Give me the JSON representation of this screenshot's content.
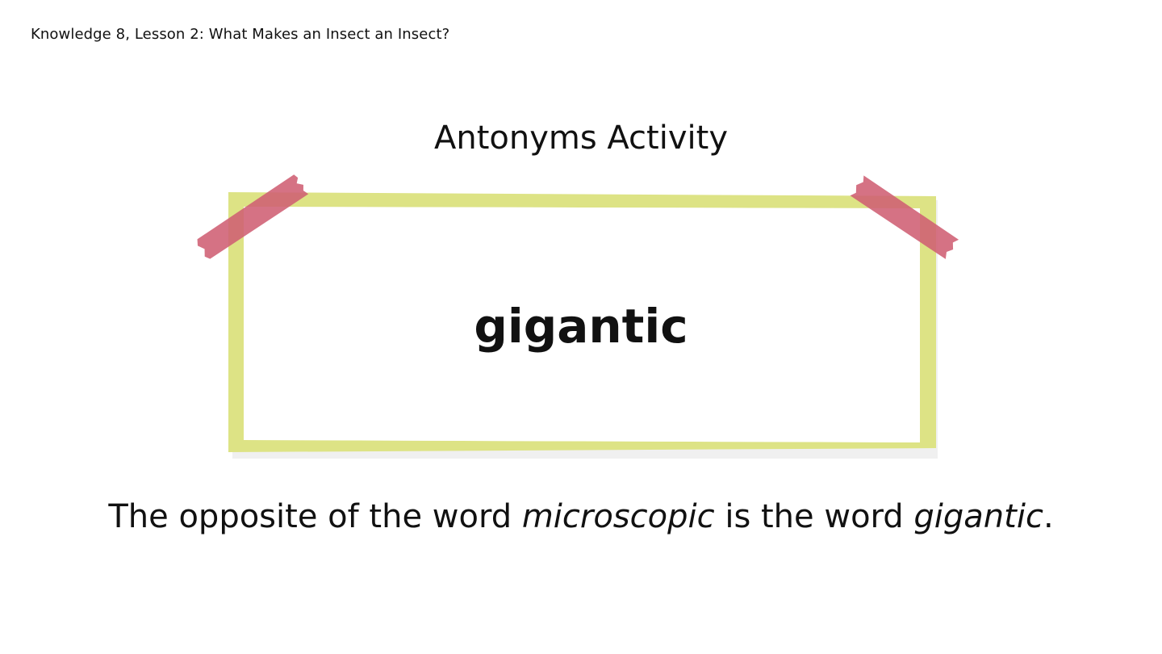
{
  "header": {
    "lesson_title": "Knowledge 8, Lesson 2: What Makes an Insect an Insect?"
  },
  "slide": {
    "title": "Antonyms Activity"
  },
  "card": {
    "word": "gigantic",
    "frame_color": "#dde385",
    "tape_color": "#cf5f73"
  },
  "sentence": {
    "part1": "The opposite of the word ",
    "word1": "microscopic",
    "part2": " is the word ",
    "word2": "gigantic",
    "part3": "."
  }
}
